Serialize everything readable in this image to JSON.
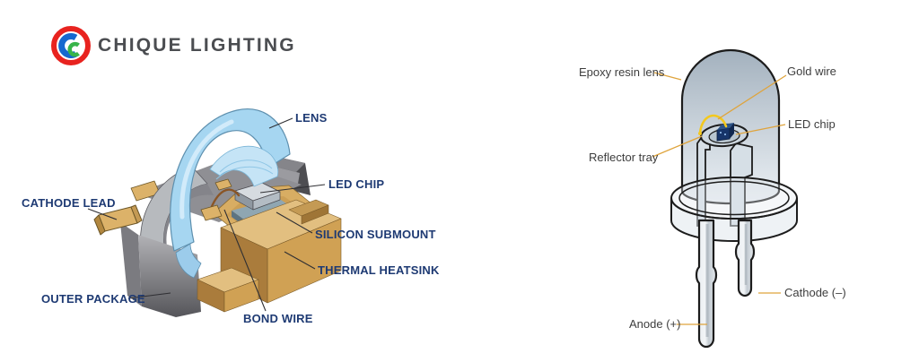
{
  "logo": {
    "brand_name": "CHIQUE LIGHTING"
  },
  "smd_diagram": {
    "labels": {
      "lens": "LENS",
      "led_chip": "LED CHIP",
      "cathode_lead": "CATHODE LEAD",
      "silicon_submount": "SILICON SUBMOUNT",
      "thermal_heatsink": "THERMAL HEATSINK",
      "outer_package": "OUTER PACKAGE",
      "bond_wire": "BOND WIRE"
    },
    "label_color": "#1e3a73",
    "leader_color": "#2f2f33",
    "lens_color": "#a6d6f1",
    "heatsink_color": "#d8ad63",
    "package_color": "#6a6a6e"
  },
  "tht_diagram": {
    "labels": {
      "epoxy_resin_lens": "Epoxy resin lens",
      "gold_wire": "Gold wire",
      "led_chip": "LED chip",
      "reflector_tray": "Reflector tray",
      "cathode": "Cathode (–)",
      "anode": "Anode (+)"
    },
    "label_color": "#3d3d3d",
    "leader_color": "#dfa43c",
    "gold_wire_color": "#f3c81e",
    "chip_color": "#17356a"
  },
  "logo_colors": {
    "ring_red": "#e8231f",
    "c_blue": "#1668cf",
    "c_green": "#38b44a",
    "text_gray": "#4b4d51"
  }
}
